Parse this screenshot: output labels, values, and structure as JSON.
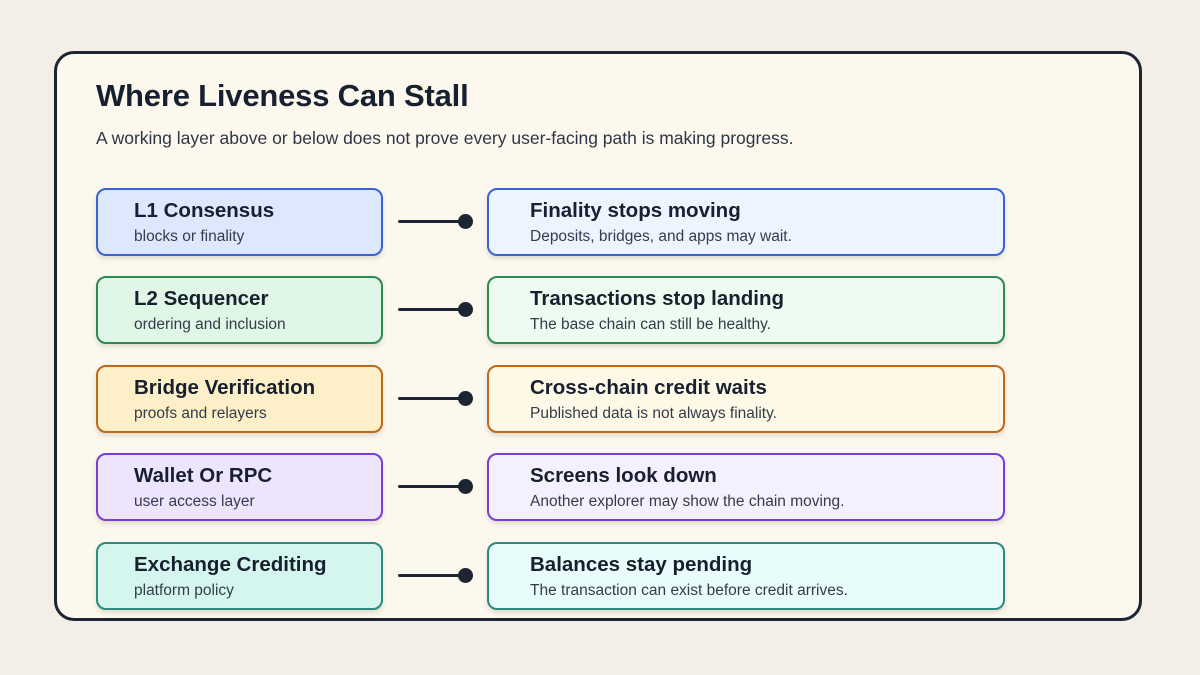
{
  "title": "Where Liveness Can Stall",
  "subtitle": "A working layer above or below does not prove every user-facing path is making progress.",
  "rows": [
    {
      "layer": {
        "name": "L1 Consensus",
        "detail": "blocks or finality"
      },
      "effect": {
        "name": "Finality stops moving",
        "detail": "Deposits, bridges, and apps may wait."
      },
      "colors": {
        "border": "#3b63d6",
        "fill_left": "#dde8ff",
        "fill_right": "#edf3ff"
      }
    },
    {
      "layer": {
        "name": "L2 Sequencer",
        "detail": "ordering and inclusion"
      },
      "effect": {
        "name": "Transactions stop landing",
        "detail": "The base chain can still be healthy."
      },
      "colors": {
        "border": "#2f8a4f",
        "fill_left": "#e0f6e6",
        "fill_right": "#eefbf1"
      }
    },
    {
      "layer": {
        "name": "Bridge Verification",
        "detail": "proofs and relayers"
      },
      "effect": {
        "name": "Cross-chain credit waits",
        "detail": "Published data is not always finality."
      },
      "colors": {
        "border": "#c26718",
        "fill_left": "#fdf0c8",
        "fill_right": "#fef8e6"
      }
    },
    {
      "layer": {
        "name": "Wallet Or RPC",
        "detail": "user access layer"
      },
      "effect": {
        "name": "Screens look down",
        "detail": "Another explorer may show the chain moving."
      },
      "colors": {
        "border": "#7a3fd0",
        "fill_left": "#ede5fd",
        "fill_right": "#f5f0fe"
      }
    },
    {
      "layer": {
        "name": "Exchange Crediting",
        "detail": "platform policy"
      },
      "effect": {
        "name": "Balances stay pending",
        "detail": "The transaction can exist before credit arrives."
      },
      "colors": {
        "border": "#2c8a7e",
        "fill_left": "#d4f6ee",
        "fill_right": "#e8fcfb"
      }
    }
  ]
}
